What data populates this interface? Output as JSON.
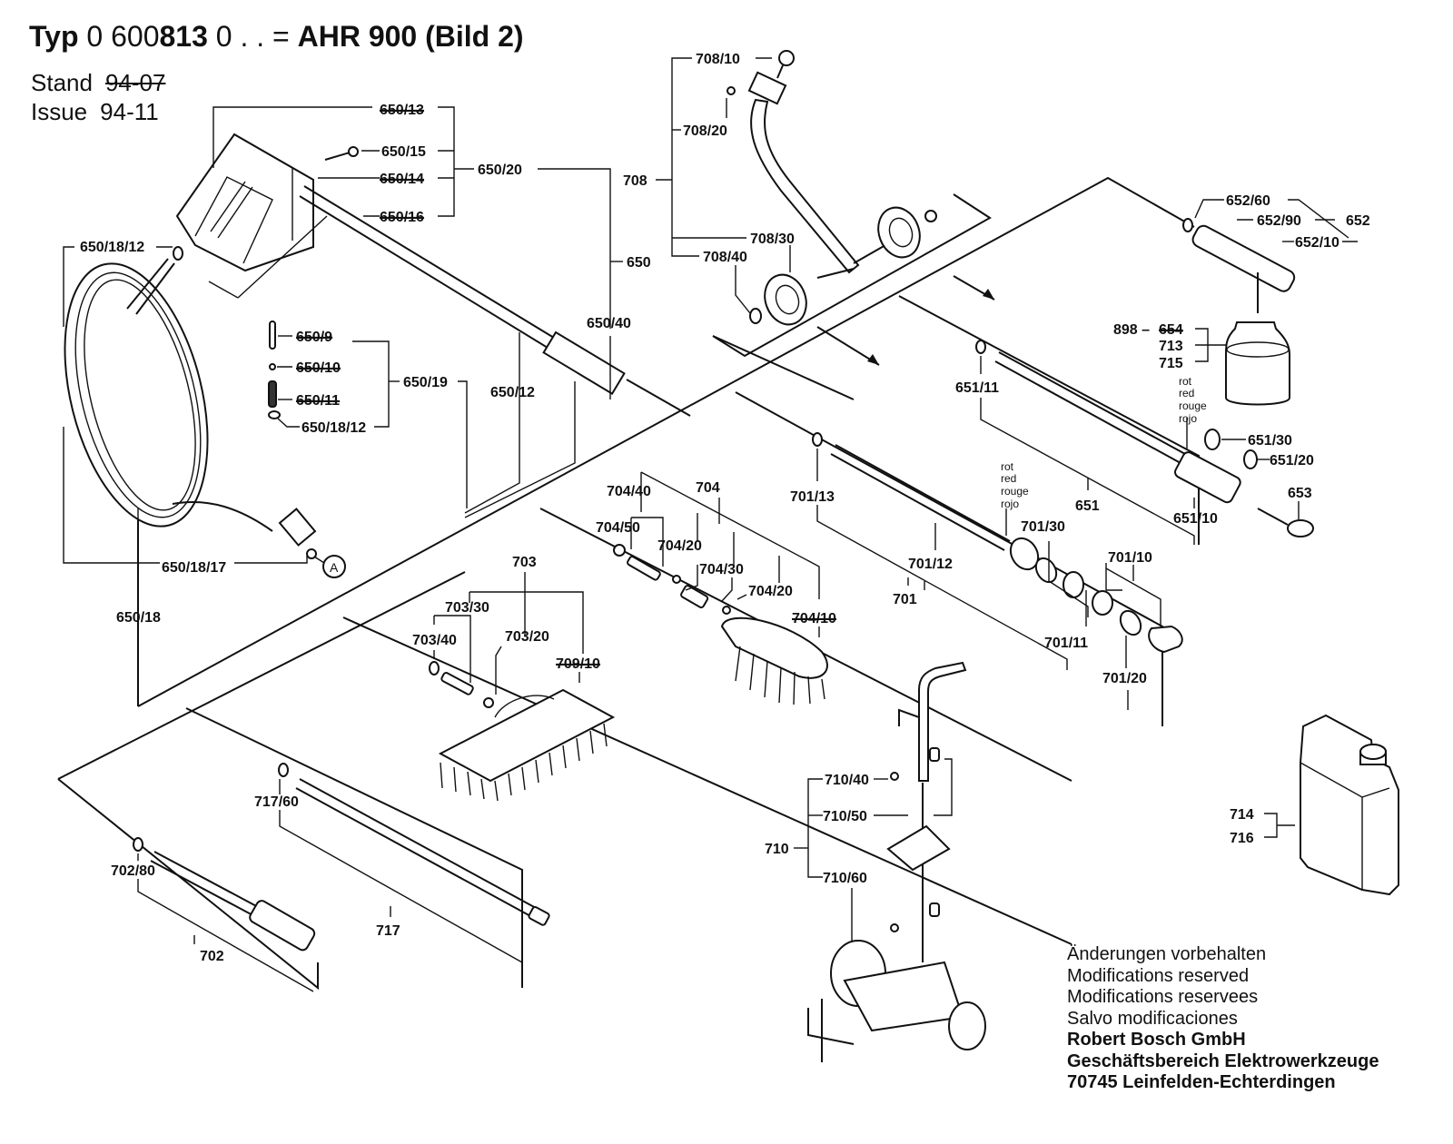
{
  "header": {
    "typ_label": "Typ",
    "typ_number_a": "0 600",
    "typ_number_b": "813",
    "typ_suffix": "0 . . =",
    "model": "AHR 900 (Bild 2)",
    "stand_label": "Stand",
    "stand_value": "94-07",
    "issue_label": "Issue",
    "issue_value": "94-11"
  },
  "callouts": {
    "c650_13": "650/13",
    "c650_15": "650/15",
    "c650_14": "650/14",
    "c650_16": "650/16",
    "c650_20": "650/20",
    "c650": "650",
    "c650_40": "650/40",
    "c650_12": "650/12",
    "c650_18_12a": "650/18/12",
    "c650_9": "650/9",
    "c650_10": "650/10",
    "c650_11": "650/11",
    "c650_18_12b": "650/18/12",
    "c650_19": "650/19",
    "c650_18_17": "650/18/17",
    "c650_18": "650/18",
    "marker_a": "A",
    "c708": "708",
    "c708_10": "708/10",
    "c708_20": "708/20",
    "c708_30": "708/30",
    "c708_40": "708/40",
    "c652_60": "652/60",
    "c652_90": "652/90",
    "c652": "652",
    "c652_10": "652/10",
    "c898": "898 –",
    "c654": "654",
    "c713": "713",
    "c715": "715",
    "c651_11": "651/11",
    "c651_30": "651/30",
    "c651_20": "651/20",
    "c651": "651",
    "c651_10": "651/10",
    "c653": "653",
    "c701_13": "701/13",
    "c701_12": "701/12",
    "c701": "701",
    "c701_30": "701/30",
    "c701_10": "701/10",
    "c701_11": "701/11",
    "c701_20": "701/20",
    "c704_40": "704/40",
    "c704": "704",
    "c704_50": "704/50",
    "c704_20a": "704/20",
    "c704_30": "704/30",
    "c704_20b": "704/20",
    "c704_10": "704/10",
    "c703": "703",
    "c703_30": "703/30",
    "c703_40": "703/40",
    "c703_20": "703/20",
    "c709_10": "709/10",
    "c717_60": "717/60",
    "c717": "717",
    "c702_80": "702/80",
    "c702": "702",
    "c710": "710",
    "c710_40": "710/40",
    "c710_50": "710/50",
    "c710_60": "710/60",
    "c714": "714",
    "c716": "716"
  },
  "color_note": [
    "rot",
    "red",
    "rouge",
    "rojo"
  ],
  "footer": {
    "line1": "Änderungen vorbehalten",
    "line2": "Modifications reserved",
    "line3": "Modifications reservees",
    "line4": "Salvo modificaciones",
    "company": "Robert Bosch GmbH",
    "division": "Geschäftsbereich Elektrowerkzeuge",
    "address": "70745 Leinfelden-Echterdingen"
  }
}
